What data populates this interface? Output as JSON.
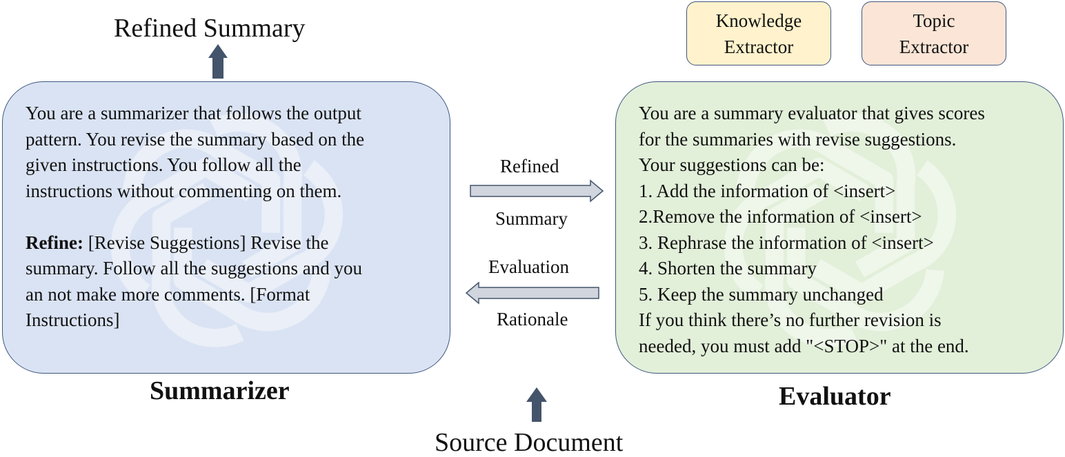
{
  "headings": {
    "refined_summary": "Refined Summary",
    "source_document": "Source Document"
  },
  "summarizer": {
    "title": "Summarizer",
    "lines": [
      "You are a summarizer that follows the output",
      "pattern. You revise the summary based on the",
      "given instructions. You follow all the",
      "instructions without commenting on them."
    ],
    "refine_label": "Refine:",
    "refine_lines": [
      " [Revise Suggestions] Revise the",
      "summary. Follow all the suggestions and you",
      "an not make more comments. [Format",
      "Instructions]"
    ]
  },
  "evaluator": {
    "title": "Evaluator",
    "lines": [
      "You are a summary evaluator that gives scores",
      "for the summaries with revise suggestions.",
      "Your suggestions can be:",
      "1. Add the information of <insert>",
      "2.Remove the information of <insert>",
      "3. Rephrase the information of <insert>",
      "4. Shorten the summary",
      "5. Keep the summary unchanged",
      "If you think there’s no further revision is",
      "needed, you must add \"<STOP>\" at the end."
    ]
  },
  "extractors": {
    "knowledge": [
      "Knowledge",
      "Extractor"
    ],
    "topic": [
      "Topic",
      "Extractor"
    ]
  },
  "arrows": {
    "refined_summary": [
      "Refined",
      "Summary"
    ],
    "evaluation_rationale": [
      "Evaluation",
      "Rationale"
    ]
  },
  "colors": {
    "summarizer_fill": "#dae3f3",
    "evaluator_fill": "#e2efd9",
    "knowledge_fill": "#fff2cc",
    "topic_fill": "#fbe5d6",
    "border": "#3d5780",
    "arrow_dark": "#44546a",
    "arrow_light": "#d0d5de"
  }
}
